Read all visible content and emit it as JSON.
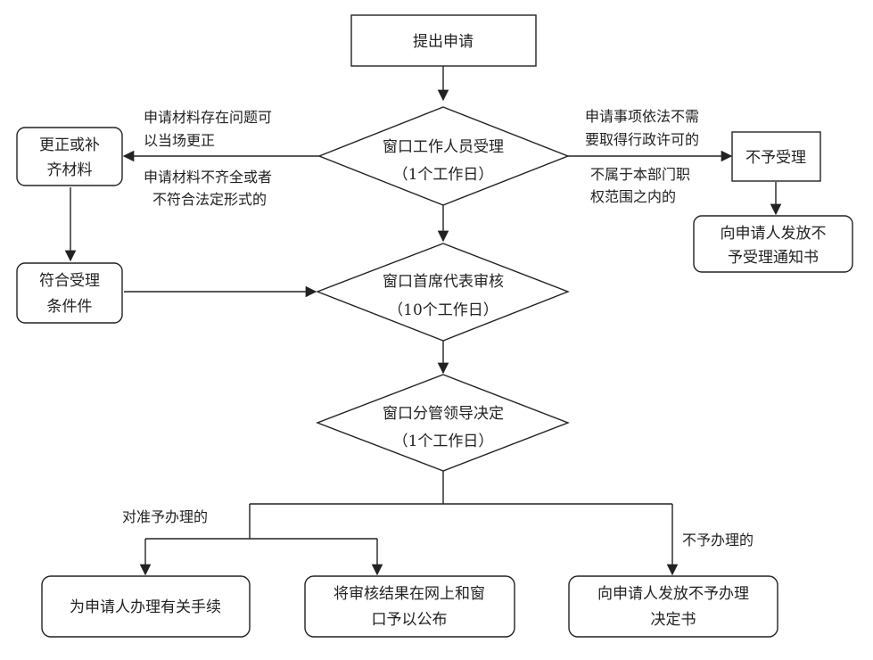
{
  "nodes": {
    "submit": "提出申请",
    "window_accept_line1": "窗口工作人员受理",
    "window_accept_line2": "（1个工作日）",
    "correct_line1": "更正或补",
    "correct_line2": "齐材料",
    "not_accept": "不予受理",
    "notice_line1": "向申请人发放不",
    "notice_line2": "予受理通知书",
    "meets_line1": "符合受理",
    "meets_line2": "条件件",
    "chief_line1": "窗口首席代表审核",
    "chief_line2": "（10个工作日）",
    "leader_line1": "窗口分管领导决定",
    "leader_line2": "（1个工作日）",
    "handle": "为申请人办理有关手续",
    "publish_line1": "将审核结果在网上和窗",
    "publish_line2": "口予以公布",
    "refuse_line1": "向申请人发放不予办理",
    "refuse_line2": "决定书"
  },
  "edge_labels": {
    "fix_on_spot_line1": "申请材料存在问题可",
    "fix_on_spot_line2": "以当场更正",
    "incomplete_line1": "申请材料不齐全或者",
    "incomplete_line2": "不符合法定形式的",
    "no_permit_line1": "申请事项依法不需",
    "no_permit_line2": "要取得行政许可的",
    "out_of_scope_line1": "不属于本部门职",
    "out_of_scope_line2": "权范围之内的",
    "approve": "对准予办理的",
    "reject": "不予办理的"
  }
}
